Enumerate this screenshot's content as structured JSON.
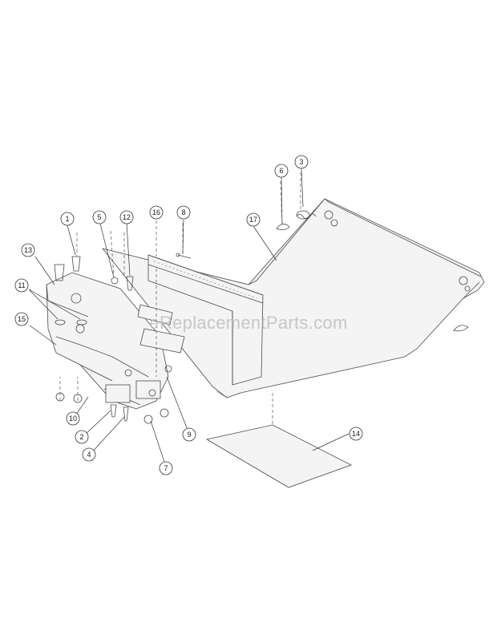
{
  "watermark": "eReplacementParts.com",
  "callouts": [
    {
      "id": "1",
      "label": "1"
    },
    {
      "id": "2",
      "label": "2"
    },
    {
      "id": "3",
      "label": "3"
    },
    {
      "id": "4",
      "label": "4"
    },
    {
      "id": "5",
      "label": "5"
    },
    {
      "id": "6",
      "label": "6"
    },
    {
      "id": "7",
      "label": "7"
    },
    {
      "id": "8",
      "label": "8"
    },
    {
      "id": "9",
      "label": "9"
    },
    {
      "id": "10",
      "label": "10"
    },
    {
      "id": "11",
      "label": "11"
    },
    {
      "id": "12",
      "label": "12"
    },
    {
      "id": "13",
      "label": "13"
    },
    {
      "id": "14",
      "label": "14"
    },
    {
      "id": "15",
      "label": "15"
    },
    {
      "id": "16",
      "label": "16"
    },
    {
      "id": "17",
      "label": "17"
    }
  ]
}
